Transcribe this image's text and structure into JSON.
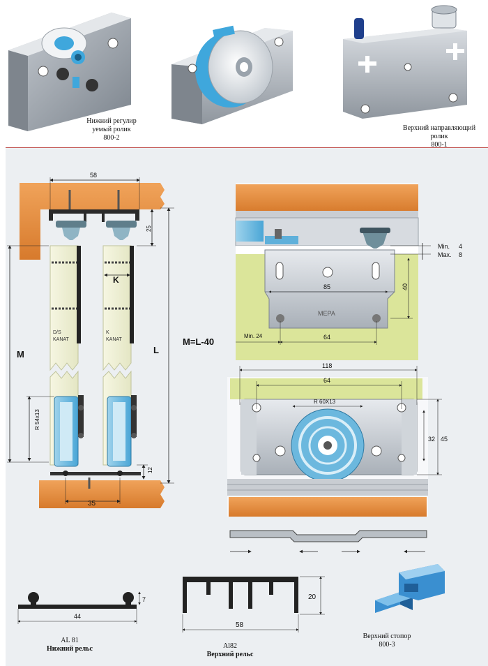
{
  "top_captions": {
    "lower_roller": {
      "line1": "Нижний регулир",
      "line2": "уемый ролик",
      "code": "800-2"
    },
    "upper_roller": {
      "line1": "Верхний направляющий",
      "line2": "ролик",
      "code": "800-1"
    }
  },
  "left_drawing": {
    "top_width": "58",
    "dim_25": "25",
    "label_k": "K",
    "label_m": "M",
    "label_l": "L",
    "formula": "M=L-40",
    "board_text_1": "D/S",
    "board_text_2": "KANAT",
    "board_text_3": "K",
    "board_text_4": "KANAT",
    "wheel_label": "R 54x13",
    "dim_12": "12",
    "bottom_width": "35"
  },
  "right_top": {
    "min_label": "Min.",
    "min_value": "4",
    "max_label": "Max.",
    "max_value": "8",
    "dim_85": "85",
    "dim_40": "40",
    "brand": "MEPA",
    "min24": "Min. 24",
    "dim_64": "64"
  },
  "right_mid": {
    "dim_118": "118",
    "dim_64": "64",
    "wheel_label": "R 60X13",
    "dim_32": "32",
    "dim_45": "45"
  },
  "bottom": {
    "al81_dim_width": "44",
    "al81_dim_height": "7",
    "al81_code": "AL 81",
    "al81_name": "Нижний рельс",
    "al82_dim_width": "58",
    "al82_dim_height": "20",
    "al82_code": "Al82",
    "al82_name": "Верхний рельс",
    "stopper_name": "Верхний стопор",
    "stopper_code": "800-3"
  }
}
